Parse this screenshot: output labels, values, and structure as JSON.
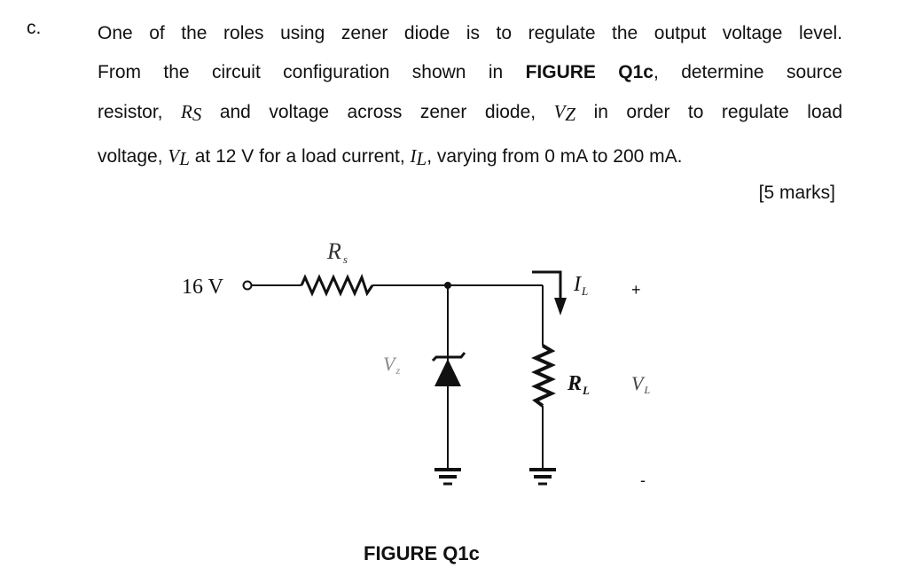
{
  "question": {
    "number": "c.",
    "line1": "One of the roles using zener diode is to regulate the output voltage level.",
    "line2_a": "From the circuit configuration shown in ",
    "line2_bold": "FIGURE Q1c",
    "line2_b": ", determine source",
    "line3_a": "resistor, ",
    "rs_sym": "R",
    "rs_sub": "S",
    "line3_b": " and voltage across zener diode, ",
    "vz_sym": "V",
    "vz_sub": "Z",
    "line3_c": " in order to regulate load",
    "line4_a": "voltage, ",
    "vl_sym": "V",
    "vl_sub": "L",
    "line4_b": " at 12 V for a load current, ",
    "il_sym": "I",
    "il_sub": "L",
    "line4_c": ", varying from 0 mA to 200 mA.",
    "marks": "[5 marks]"
  },
  "figure": {
    "source_label": "16 V",
    "rs_label": "R",
    "rs_label_sub": "s",
    "vz_label": "V",
    "vz_label_sub": "z",
    "il_label": "I",
    "il_label_sub": "L",
    "rl_label": "R",
    "rl_label_sub": "L",
    "vl_label": "V",
    "vl_label_sub": "L",
    "plus": "+",
    "minus": "-",
    "caption": "FIGURE Q1c"
  }
}
